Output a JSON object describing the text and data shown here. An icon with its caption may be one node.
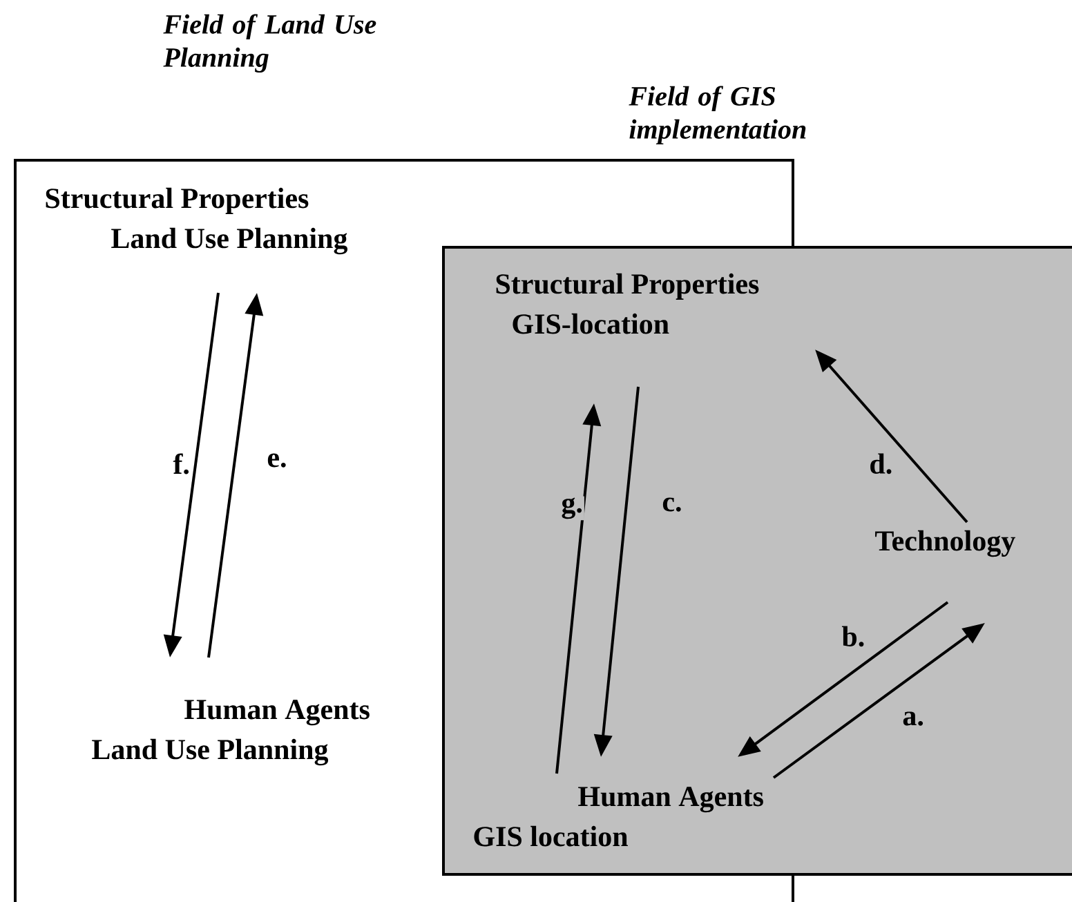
{
  "diagram": {
    "nodes": [
      {
        "text": [
          "Field of Land Use Planning"
        ]
      },
      {
        "text": [
          "Field of GIS implementation"
        ]
      },
      {
        "text": [
          "Structural Properties",
          "Land Use Planning"
        ],
        "in": 0
      },
      {
        "text": [
          "Human Agents",
          "Land Use Planning"
        ],
        "in": 0
      },
      {
        "text": [
          "Structural Properties",
          "GIS-location"
        ]
      },
      {
        "text": [
          "Technology"
        ],
        "in": 1
      },
      {
        "text": [
          "Human Agents",
          "GIS location"
        ]
      }
    ],
    "edges": [
      {
        "from": 6,
        "to": 5,
        "arrow": "to",
        "label": "a."
      },
      {
        "from": 5,
        "to": 6,
        "arrow": "to",
        "label": "b."
      },
      {
        "from": 4,
        "to": 6,
        "arrow": "to",
        "label": "c."
      },
      {
        "from": 5,
        "to": 4,
        "arrow": "to",
        "label": "d."
      },
      {
        "from": 3,
        "to": 2,
        "arrow": "to",
        "label": "e."
      },
      {
        "from": 2,
        "to": 3,
        "arrow": "to",
        "label": "f."
      },
      {
        "from": 6,
        "to": 4,
        "arrow": "to",
        "label": "g."
      }
    ]
  }
}
